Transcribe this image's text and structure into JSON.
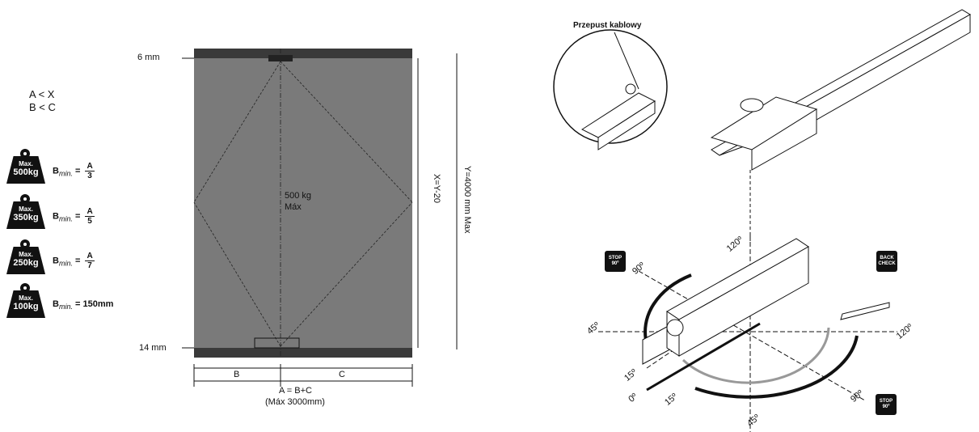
{
  "left": {
    "rules": [
      "A < X",
      "B < C"
    ],
    "weights": [
      {
        "max": "Max.",
        "kg": "500kg",
        "b": "B",
        "sub": "min.",
        "eq": "=",
        "num": "A",
        "den": "3"
      },
      {
        "max": "Max.",
        "kg": "350kg",
        "b": "B",
        "sub": "min.",
        "eq": "=",
        "num": "A",
        "den": "5"
      },
      {
        "max": "Max.",
        "kg": "250kg",
        "b": "B",
        "sub": "min.",
        "eq": "=",
        "num": "A",
        "den": "7"
      },
      {
        "max": "Max.",
        "kg": "100kg",
        "b": "B",
        "sub": "min.",
        "eq": "=",
        "value": "150mm"
      }
    ]
  },
  "door": {
    "top_gap": "6 mm",
    "bottom_gap": "14 mm",
    "weight": "500 kg",
    "weight_sub": "Máx",
    "x_dim": "X=Y-20",
    "y_dim": "Y=4000 mm   Max",
    "b_label": "B",
    "c_label": "C",
    "a_formula": "A = B+C",
    "a_max": "(Máx 3000mm)"
  },
  "right": {
    "detail_title": "Przepust kablowy",
    "badges": {
      "stop": "STOP 90º",
      "back": "BACK CHECK"
    },
    "angles": {
      "a120_top": "120º",
      "a90_left": "90º",
      "a45_left": "45º",
      "a15_left": "15º",
      "a0": "0º",
      "a15_bottom": "15º",
      "a45_bottom": "45º",
      "a90_right": "90º",
      "a120_right": "120º"
    }
  }
}
